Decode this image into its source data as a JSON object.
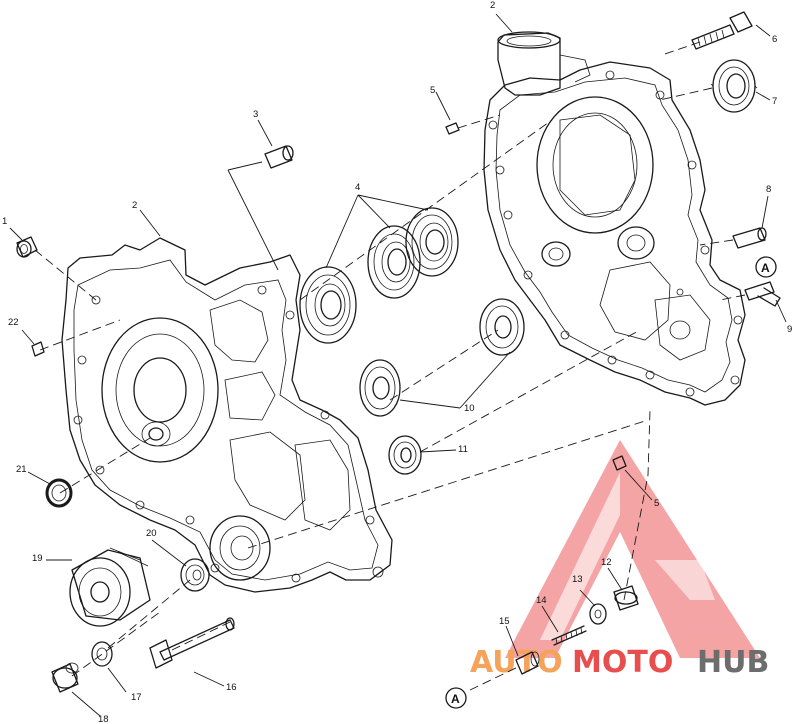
{
  "diagram": {
    "callouts": {
      "c1": "1",
      "c2a": "2",
      "c2b": "2",
      "c3": "3",
      "c4": "4",
      "c5a": "5",
      "c5b": "5",
      "c6": "6",
      "c7": "7",
      "c8": "8",
      "c9": "9",
      "c10": "10",
      "c11": "11",
      "c12": "12",
      "c13": "13",
      "c14": "14",
      "c15": "15",
      "c16": "16",
      "c17": "17",
      "c18": "18",
      "c19": "19",
      "c20": "20",
      "c21": "21",
      "c22": "22"
    },
    "reference_a_top": "A",
    "reference_a_bottom": "A"
  },
  "watermark": {
    "part1": "AUTO",
    "part2": "MOTO",
    "part3": "HUB",
    "colors": {
      "auto": "#f5a35a",
      "moto": "#e94e4e",
      "hub": "#6d6d6d"
    }
  }
}
